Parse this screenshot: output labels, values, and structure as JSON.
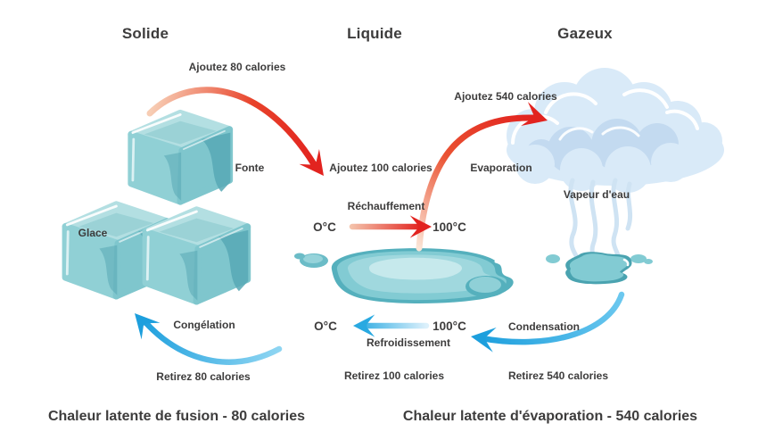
{
  "states": [
    {
      "label": "Solide"
    },
    {
      "label": "Liquide"
    },
    {
      "label": "Gazeux"
    }
  ],
  "labels": {
    "add_melt": "Ajoutez 80 calories",
    "add_evap": "Ajoutez 540 calories",
    "add_heat": "Ajoutez 100 calories",
    "fonte": "Fonte",
    "evaporation": "Evaporation",
    "vapeur": "Vapeur d'eau",
    "rechauffement": "Réchauffement",
    "refroidissement": "Refroidissement",
    "condensation": "Condensation",
    "congelation": "Congélation",
    "glace": "Glace",
    "retirez_melt": "Retirez 80 calories",
    "retirez_cool": "Retirez 100 calories",
    "retirez_cond": "Retirez 540 calories"
  },
  "temperatures": {
    "heat_start": "O°C",
    "heat_end": "100°C",
    "cool_start": "O°C",
    "cool_end": "100°C"
  },
  "captions": {
    "fusion": "Chaleur latente de fusion - 80 calories",
    "evaporation": "Chaleur latente d'évaporation - 540 calories"
  },
  "colors": {
    "text": "#3d3c3c",
    "add_arrow": "#e2231f",
    "remove_arrow": "#29a9e1",
    "ice": "#8fd0d5",
    "cloud": "#d9eaf8",
    "water": "#82cbd3"
  }
}
